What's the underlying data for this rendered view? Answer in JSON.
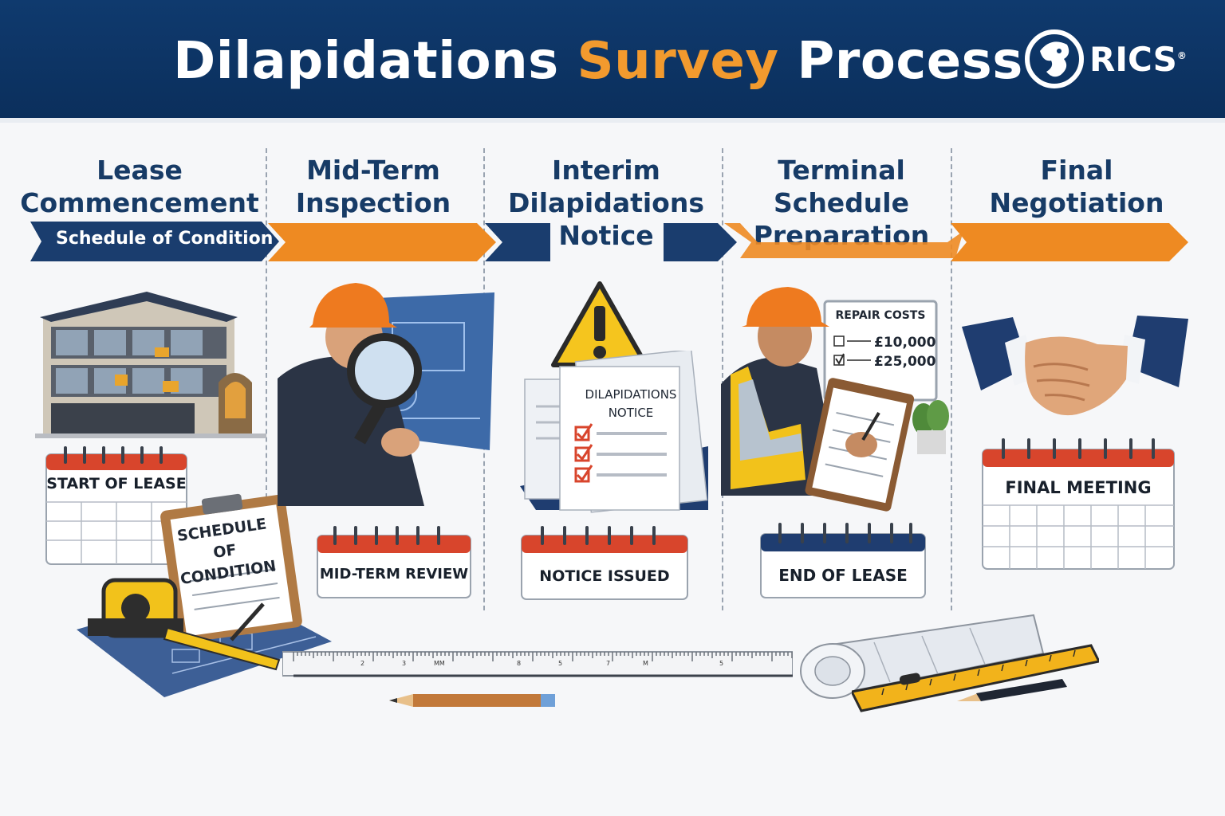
{
  "header": {
    "title_part1": "Dilapidations",
    "title_highlight": "Survey",
    "title_part2": "Process",
    "logo_text": "RICS",
    "logo_mark": "®",
    "background_color": "#0f3a6e",
    "accent_color": "#f29a2e"
  },
  "stages": [
    {
      "title_line1": "Lease",
      "title_line2": "Commencement",
      "arrow_label": "Schedule of Condition",
      "arrow_color": "#1a3d6e",
      "calendar_label": "START OF LEASE",
      "clipboard_line1": "SCHEDULE",
      "clipboard_line2": "OF CONDITION",
      "icon": "building-icon"
    },
    {
      "title_line1": "Mid-Term",
      "title_line2": "Inspection",
      "arrow_color": "#ee8a22",
      "calendar_label": "MID-TERM REVIEW",
      "icon": "inspector-magnifier-icon"
    },
    {
      "title_line1": "Interim",
      "title_line2": "Dilapidations",
      "title_line3": "Notice",
      "arrow_color": "#1a3d6e",
      "calendar_label": "NOTICE ISSUED",
      "notice_line1": "DILAPIDATIONS",
      "notice_line2": "NOTICE",
      "icon": "warning-icon"
    },
    {
      "title_line1": "Terminal",
      "title_line2": "Schedule",
      "title_line3": "Preparation",
      "arrow_color": "#ee8a22",
      "calendar_label": "END OF LEASE",
      "costs_title": "REPAIR COSTS",
      "cost1": "£10,000",
      "cost2": "£25,000",
      "icon": "surveyor-clipboard-icon"
    },
    {
      "title_line1": "Final",
      "title_line2": "Negotiation",
      "arrow_color": "#ee8a22",
      "calendar_label": "FINAL MEETING",
      "icon": "handshake-icon"
    }
  ],
  "ruler_marks": [
    "2",
    "3",
    "MM",
    "8",
    "5",
    "7",
    "M",
    "5"
  ]
}
